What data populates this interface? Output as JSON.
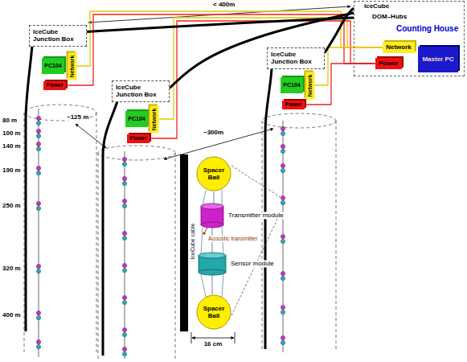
{
  "diagram": {
    "nodes": [
      {
        "text": [
          "IceCube Junction Box"
        ]
      },
      {
        "text": [
          "PC104"
        ]
      },
      {
        "text": [
          "Network"
        ]
      },
      {
        "text": [
          "Power"
        ]
      },
      {
        "text": [
          "IceCube Junction Box"
        ]
      },
      {
        "text": [
          "PC104"
        ]
      },
      {
        "text": [
          "Network"
        ]
      },
      {
        "text": [
          "Power"
        ]
      },
      {
        "text": [
          "IceCube Junction Box"
        ]
      },
      {
        "text": [
          "PC104"
        ]
      },
      {
        "text": [
          "Network"
        ]
      },
      {
        "text": [
          "Power"
        ]
      },
      {
        "text": [
          "Counting House"
        ]
      },
      {
        "text": [
          "Network"
        ],
        "in": 12
      },
      {
        "text": [
          "Power"
        ],
        "in": 12
      },
      {
        "text": [
          "Master PC"
        ],
        "in": 12
      },
      {
        "text": [
          "Spacer Ball"
        ]
      },
      {
        "text": [
          "Transmitter module"
        ]
      },
      {
        "text": [
          "Sensor module"
        ]
      },
      {
        "text": [
          "Spacer Ball"
        ]
      }
    ],
    "edges": [
      {
        "from": 2,
        "to": 13,
        "arrow": "none"
      },
      {
        "from": 3,
        "to": 14,
        "arrow": "none"
      },
      {
        "from": 6,
        "to": 13,
        "arrow": "none"
      },
      {
        "from": 7,
        "to": 14,
        "arrow": "none"
      },
      {
        "from": 10,
        "to": 13,
        "arrow": "none"
      },
      {
        "from": 11,
        "to": 14,
        "arrow": "none"
      },
      {
        "from": 16,
        "to": 17,
        "arrow": "none"
      },
      {
        "from": 17,
        "to": 18,
        "arrow": "none"
      },
      {
        "from": 18,
        "to": 19,
        "arrow": "none"
      },
      {
        "from": 0,
        "to": 12,
        "arrow": "none"
      },
      {
        "from": 4,
        "to": 12,
        "arrow": "none"
      },
      {
        "from": 8,
        "to": 12,
        "arrow": "none"
      }
    ],
    "labels": [
      "< 400m",
      "IceCube",
      "DOM–Hubs",
      "80 m",
      "100 m",
      "140 m",
      "190 m",
      "250 m",
      "320 m",
      "400 m",
      "~125 m",
      "~300m",
      "IceCube cable",
      "Acoustic transmitter",
      "16 cm"
    ]
  }
}
